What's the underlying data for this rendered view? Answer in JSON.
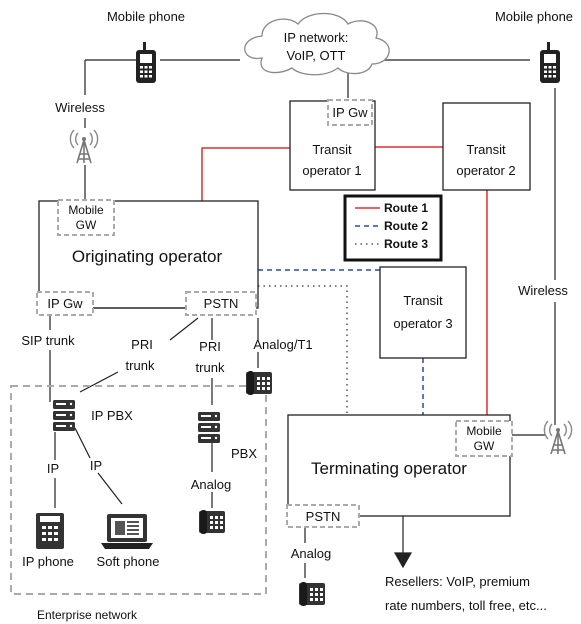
{
  "labels": {
    "mobile_phone_left": "Mobile phone",
    "mobile_phone_right": "Mobile phone",
    "ip_network_line1": "IP network:",
    "ip_network_line2": "VoIP, OTT",
    "ip_gw_top": "IP Gw",
    "transit1_line1": "Transit",
    "transit1_line2": "operator 1",
    "transit2_line1": "Transit",
    "transit2_line2": "operator 2",
    "transit3_line1": "Transit",
    "transit3_line2": "operator 3",
    "wireless_left": "Wireless",
    "wireless_right": "Wireless",
    "mobile_gw_orig_line1": "Mobile",
    "mobile_gw_orig_line2": "GW",
    "originating": "Originating operator",
    "ip_gw_orig": "IP Gw",
    "pstn_orig": "PSTN",
    "sip_trunk": "SIP trunk",
    "pri_trunk_a_line1": "PRI",
    "pri_trunk_a_line2": "trunk",
    "pri_trunk_b_line1": "PRI",
    "pri_trunk_b_line2": "trunk",
    "analog_t1": "Analog/T1",
    "ip_pbx": "IP PBX",
    "pbx": "PBX",
    "ip_a": "IP",
    "ip_b": "IP",
    "analog_pbx": "Analog",
    "ip_phone": "IP phone",
    "soft_phone": "Soft phone",
    "enterprise_network": "Enterprise network",
    "mobile_gw_term_line1": "Mobile",
    "mobile_gw_term_line2": "GW",
    "terminating": "Terminating operator",
    "pstn_term": "PSTN",
    "analog_term": "Analog",
    "resellers_line1": "Resellers: VoIP, premium",
    "resellers_line2": "rate numbers, toll free, etc..."
  },
  "legend": {
    "route1": "Route 1",
    "route2": "Route 2",
    "route3": "Route 3"
  },
  "colors": {
    "route1": "#e03030",
    "route2": "#2a4aa0",
    "route3": "#555555",
    "line": "#222222",
    "dashed_box": "#aaaaaa"
  },
  "icons": {
    "mobile_phone": "mobile-phone-icon",
    "antenna": "antenna-tower-icon",
    "desk_phone": "desk-phone-icon",
    "server": "server-icon",
    "ip_phone": "ip-phone-icon",
    "laptop": "laptop-icon"
  }
}
